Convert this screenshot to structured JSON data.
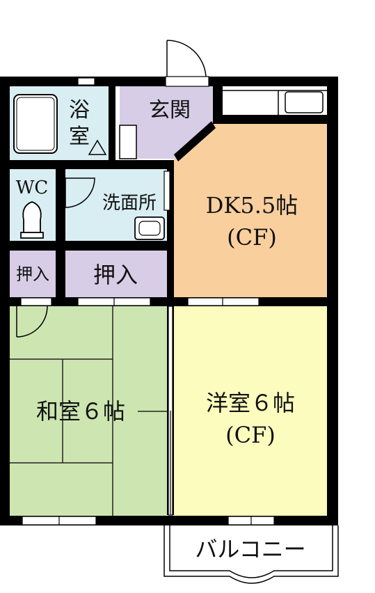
{
  "rooms": {
    "bath": "浴",
    "bath2": "室",
    "entrance": "玄関",
    "wc": "WC",
    "washroom": "洗面所",
    "dk": "DK5.5帖",
    "dk_type": "(CF)",
    "closet_small": "押入",
    "closet_large": "押入",
    "washitsu": "和室６帖",
    "youshitsu": "洋室６帖",
    "youshitsu_type": "(CF)",
    "balcony": "バルコニー"
  },
  "colors": {
    "wall": "#000000",
    "bath": "#d9eef2",
    "entrance": "#d7cde6",
    "dk": "#f9cf9e",
    "closet": "#d7cde6",
    "washitsu": "#cde6b1",
    "youshitsu": "#fbfcbd"
  }
}
